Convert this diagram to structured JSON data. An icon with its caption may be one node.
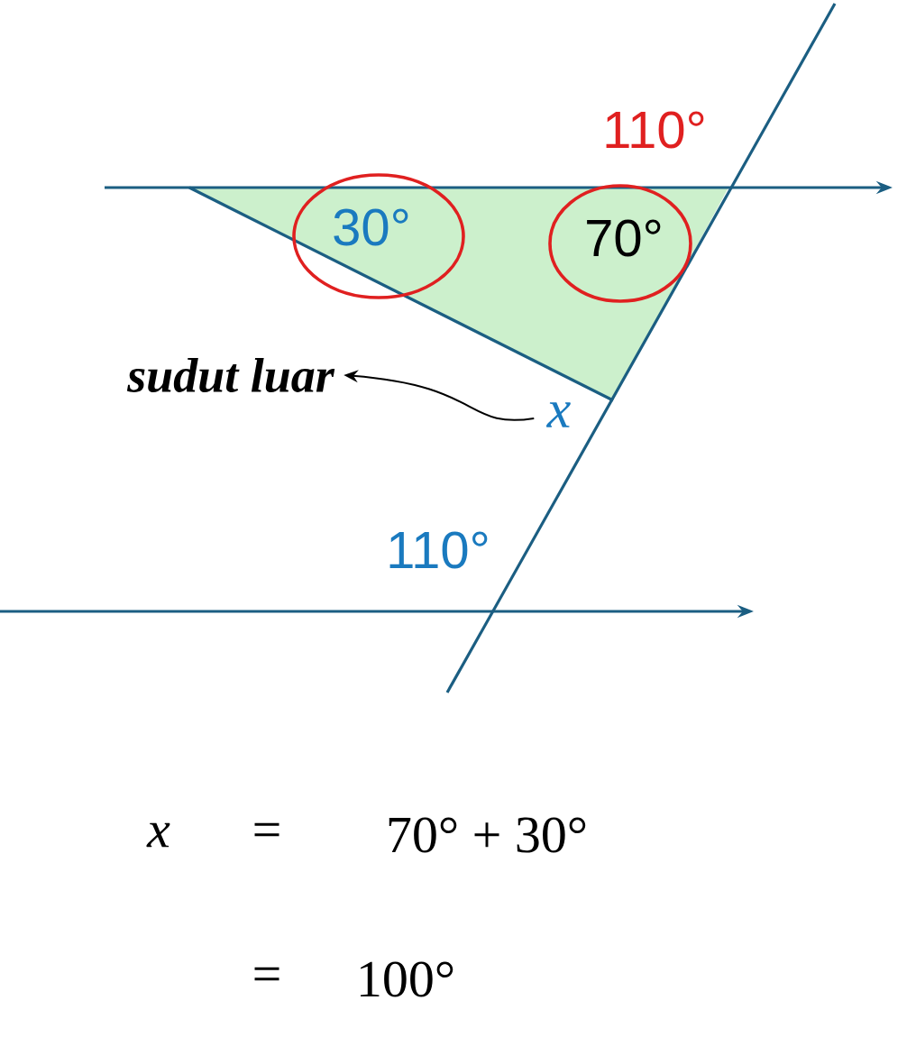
{
  "diagram": {
    "nodes": [
      {
        "text": [
          "sudut luar"
        ]
      },
      {
        "text": [
          "x"
        ]
      }
    ],
    "edges": [
      {
        "from": 1,
        "to": 0,
        "arrow": "to"
      }
    ],
    "labels": [
      "110°",
      "30°",
      "70°",
      "110°",
      "x",
      "=",
      "70° + 30°",
      "=",
      "100°"
    ]
  }
}
